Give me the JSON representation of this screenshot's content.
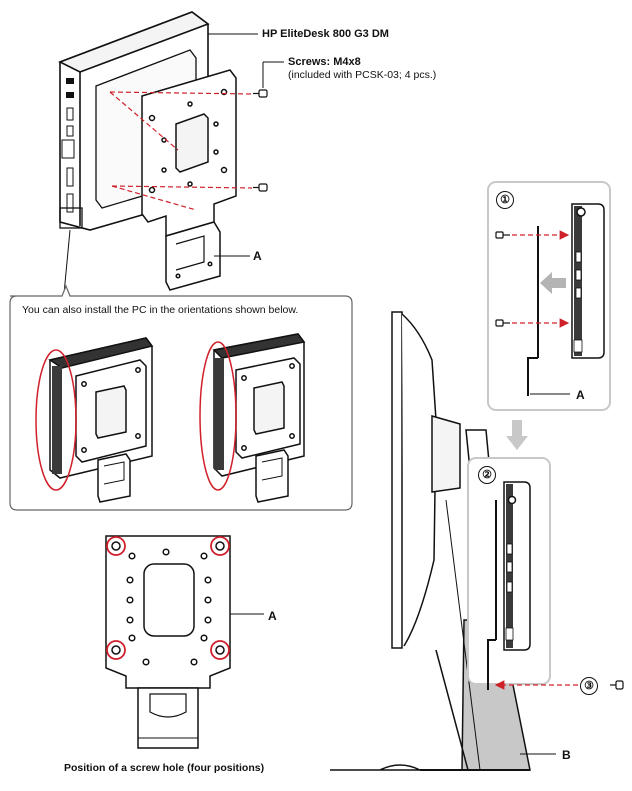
{
  "labels": {
    "product": "HP EliteDesk 800 G3 DM",
    "screws_title": "Screws: M4x8",
    "screws_note": "(included with PCSK-03; 4 pcs.)",
    "orientation_note": "You can also install the PC in the orientations shown below.",
    "screw_hole_caption": "Position of a screw hole (four positions)",
    "part_a": "A",
    "part_b": "B"
  },
  "steps": [
    "①",
    "②",
    "③"
  ],
  "colors": {
    "line": "#111111",
    "highlight": "#d0202a",
    "panel_border": "#c8c8c8",
    "arrow_gray": "#b4b4b4",
    "stand_gray": "#c8c8c8",
    "device_dark": "#3a3a3a"
  },
  "icons": [
    "screw-icon",
    "push-arrow-icon"
  ]
}
